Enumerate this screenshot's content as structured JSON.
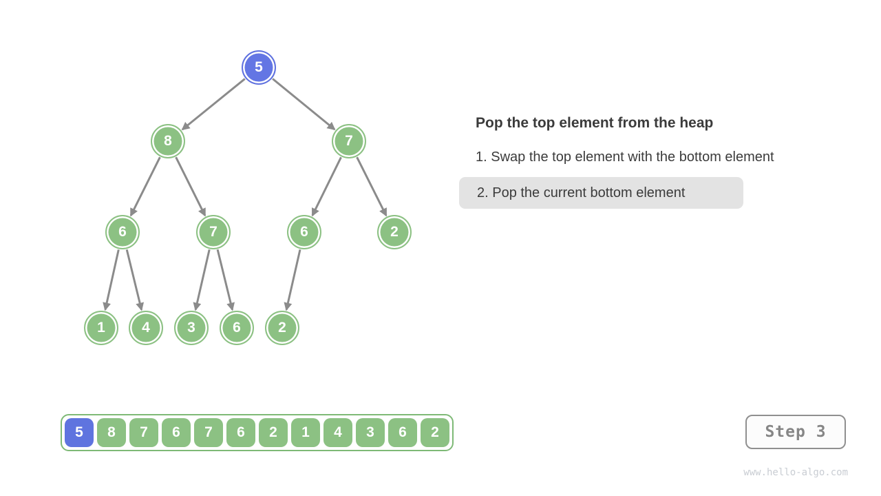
{
  "panel": {
    "title": "Pop the top element from the heap",
    "instructions": [
      {
        "text": "1. Swap the top element with the bottom element",
        "highlighted": false
      },
      {
        "text": "2. Pop the current bottom element",
        "highlighted": true
      }
    ]
  },
  "tree": {
    "nodes": [
      {
        "value": "5",
        "variant": "blue"
      },
      {
        "value": "8",
        "variant": "green"
      },
      {
        "value": "7",
        "variant": "green"
      },
      {
        "value": "6",
        "variant": "green"
      },
      {
        "value": "7",
        "variant": "green"
      },
      {
        "value": "6",
        "variant": "green"
      },
      {
        "value": "2",
        "variant": "green"
      },
      {
        "value": "1",
        "variant": "green"
      },
      {
        "value": "4",
        "variant": "green"
      },
      {
        "value": "3",
        "variant": "green"
      },
      {
        "value": "6",
        "variant": "green"
      },
      {
        "value": "2",
        "variant": "green"
      }
    ],
    "edges": [
      [
        0,
        1
      ],
      [
        0,
        2
      ],
      [
        1,
        3
      ],
      [
        1,
        4
      ],
      [
        2,
        5
      ],
      [
        2,
        6
      ],
      [
        3,
        7
      ],
      [
        3,
        8
      ],
      [
        4,
        9
      ],
      [
        4,
        10
      ],
      [
        5,
        11
      ]
    ]
  },
  "array": {
    "values": [
      "5",
      "8",
      "7",
      "6",
      "7",
      "6",
      "2",
      "1",
      "4",
      "3",
      "6",
      "2"
    ],
    "highlight_index": 0
  },
  "step_indicator": {
    "label": "Step 3"
  },
  "footer": {
    "watermark": "www.hello-algo.com"
  },
  "colors": {
    "accent_blue": "#6376E4",
    "node_green": "#8CC183",
    "array_border_green": "#7EB976",
    "arrow_gray": "#8B8B8B",
    "highlight_bg": "#E3E3E3",
    "text_dark": "#3B3B3B",
    "step_text": "#868686",
    "watermark_gray": "#C9CDD3"
  }
}
